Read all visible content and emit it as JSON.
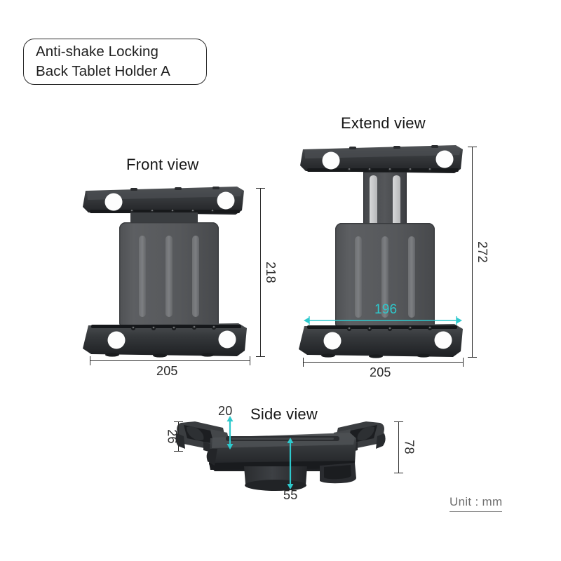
{
  "title_badge": {
    "line1": "Anti-shake Locking",
    "line2": "Back Tablet Holder A"
  },
  "views": {
    "front": {
      "title": "Front view",
      "dimensions": {
        "height": "218",
        "width": "205"
      }
    },
    "extend": {
      "title": "Extend view",
      "dimensions": {
        "height": "272",
        "width": "205",
        "inner_width": "196"
      }
    },
    "side": {
      "title": "Side view",
      "dimensions": {
        "arm_height": "26",
        "arm_thickness": "20",
        "body_height": "55",
        "total_height": "78"
      }
    }
  },
  "unit_note": "Unit : mm",
  "colors": {
    "accent_cyan": "#2ec9cd",
    "dimension_black": "#2b2b2b",
    "product_dark": "#2f3133",
    "product_mid": "#5a5b5e",
    "background": "#ffffff"
  }
}
